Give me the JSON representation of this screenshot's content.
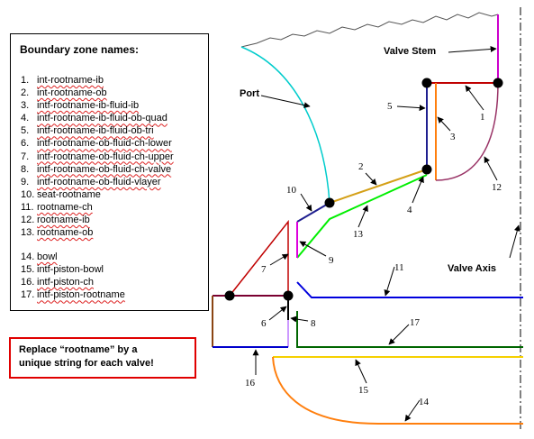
{
  "legend": {
    "title": "Boundary zone names:",
    "items_group1": [
      {
        "num": "1.",
        "text": "int-rootname-ib"
      },
      {
        "num": "2.",
        "text": "int-rootname-ob"
      },
      {
        "num": "3.",
        "text": "intf-rootname-ib-fluid-ib"
      },
      {
        "num": "4.",
        "text": "intf-rootname-ib-fluid-ob-quad"
      },
      {
        "num": "5.",
        "text": "intf-rootname-ib-fluid-ob-tri"
      },
      {
        "num": "6.",
        "text": "intf-rootname-ob-fluid-ch-lower"
      },
      {
        "num": "7.",
        "text": "intf-rootname-ob-fluid-ch-upper"
      },
      {
        "num": "8.",
        "text": "intf-rootname-ob-fluid-ch-valve"
      },
      {
        "num": "9.",
        "text": "intf-rootname-ob-fluid-vlayer"
      },
      {
        "num": "10.",
        "text": "seat-rootname"
      },
      {
        "num": "11.",
        "text": "rootname-ch"
      },
      {
        "num": "12.",
        "text": "rootname-ib"
      },
      {
        "num": "13.",
        "text": "rootname-ob"
      }
    ],
    "items_group2": [
      {
        "num": "14.",
        "text": "bowl"
      },
      {
        "num": "15.",
        "text": "intf-piston-bowl"
      },
      {
        "num": "16.",
        "text": "intf-piston-ch"
      },
      {
        "num": "17.",
        "text": "intf-piston-rootname"
      }
    ]
  },
  "note": {
    "line1": "Replace “rootname” by a",
    "line2": "unique string for each valve!"
  },
  "diagram_labels": {
    "valve_stem": "Valve Stem",
    "port": "Port",
    "valve_axis": "Valve Axis"
  },
  "zone_numbers": {
    "n1": "1",
    "n2": "2",
    "n3": "3",
    "n4": "4",
    "n5": "5",
    "n6": "6",
    "n7": "7",
    "n8": "8",
    "n9": "9",
    "n10": "10",
    "n11": "11",
    "n12": "12",
    "n13": "13",
    "n14": "14",
    "n15": "15",
    "n16": "16",
    "n17": "17"
  },
  "colors": {
    "zone1": "#c00000",
    "zone2": "#d4a017",
    "zone3": "#ff7f0e",
    "zone4": "#00aa00",
    "zone5": "#1f1f8f",
    "zone6": "#000000",
    "zone7": "#c00000",
    "zone8": "#cc99ff",
    "zone9": "#dd00dd",
    "zone10": "#1f1f8f",
    "zone11": "#0000dd",
    "zone12": "#993366",
    "zone13": "#00ee00",
    "zone14": "#ff7f0e",
    "zone15": "#f5d000",
    "zone16": "#0000cc",
    "zone17": "#006600",
    "port": "#00cccc",
    "stem": "#cc00cc",
    "note_border": "#e00000"
  }
}
